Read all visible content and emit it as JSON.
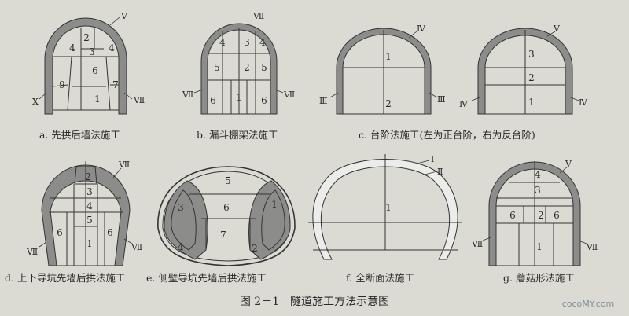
{
  "figure_title": "图 2－1　隧道施工方法示意图",
  "watermark": "cocoMY.com",
  "panels": [
    {
      "id": "a",
      "caption": "a. 先拱后墙法施工",
      "numbers": [
        "2",
        "3",
        "4",
        "4",
        "6",
        "9",
        "7",
        "1"
      ],
      "callouts": [
        "Ⅴ",
        "Ⅹ",
        "Ⅶ"
      ]
    },
    {
      "id": "b",
      "caption": "b. 漏斗棚架法施工",
      "numbers": [
        "4",
        "3",
        "4",
        "5",
        "2",
        "5",
        "6",
        "1",
        "6"
      ],
      "callouts": [
        "Ⅶ",
        "Ⅶ",
        "Ⅶ"
      ]
    },
    {
      "id": "c",
      "caption": "c. 台阶法施工(左为正台阶，右为反台阶)",
      "numbers": [
        "1",
        "2"
      ],
      "callouts": [
        "Ⅳ",
        "Ⅲ",
        "Ⅲ"
      ]
    },
    {
      "id": "c2",
      "caption": "",
      "numbers": [
        "3",
        "2",
        "1"
      ],
      "callouts": [
        "Ⅴ",
        "Ⅳ",
        "Ⅳ"
      ]
    },
    {
      "id": "d",
      "caption": "d. 上下导坑先墙后拱法施工",
      "numbers": [
        "2",
        "3",
        "4",
        "5",
        "6",
        "1",
        "6"
      ],
      "callouts": [
        "Ⅶ",
        "Ⅶ",
        "Ⅶ"
      ]
    },
    {
      "id": "e",
      "caption": "e. 侧壁导坑先墙后拱法施工",
      "numbers": [
        "5",
        "3",
        "6",
        "1",
        "7",
        "4",
        "2"
      ],
      "callouts": []
    },
    {
      "id": "f",
      "caption": "f. 全断面法施工",
      "numbers": [
        "1"
      ],
      "callouts": [
        "Ⅰ",
        "Ⅱ"
      ]
    },
    {
      "id": "g",
      "caption": "g. 蘑菇形法施工",
      "numbers": [
        "4",
        "3",
        "6",
        "2",
        "6",
        "1"
      ],
      "callouts": [
        "Ⅴ",
        "Ⅶ",
        "Ⅶ"
      ]
    }
  ]
}
